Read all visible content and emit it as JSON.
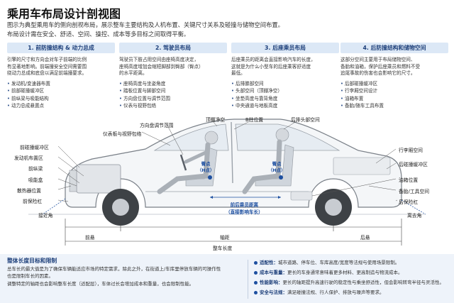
{
  "title": "乘用车布局设计剖视图",
  "intro_lines": [
    "图示为典型乘用车的侧向剖视布局，展示整车主要结构及人机布置、关键尺寸关系及碰撞与储物空间布置。",
    "布局设计需在安全、舒适、空间、操控、成本等多目标之间取得平衡。"
  ],
  "columns": [
    {
      "head": "1. 前防撞结构 & 动力总成",
      "desc": [
        "引擎的尺寸和方向会对车子前端的比例",
        "有显著地影响。前端撞安全空间需要围",
        "绕动力总成和底盘以满足前端撞要求。"
      ],
      "items": [
        "发动机/变速器布置",
        "前部碰撞缓冲区",
        "前纵梁与吸能结构",
        "动力总成悬置点"
      ]
    },
    {
      "head": "2. 驾驶员布局",
      "desc": [
        "驾驶员下肢占用空间由座椅高度决定，",
        "座椅高度增加会缩短脚部到臀部（臀点）",
        "的水平距离。"
      ],
      "items": [
        "座椅高度与坐姿角度",
        "踏板位置与脚部空间",
        "方向盘位置与调节范围",
        "仪表与视野包络"
      ]
    },
    {
      "head": "3. 后座乘员布局",
      "desc": [
        "后座乘员的距离会直接影响汽车的长度，",
        "这就是为什么小型车的后座乘客舒适度",
        "最低。"
      ],
      "items": [
        "后排膝部空间",
        "头部空间（顶棚净空）",
        "坐垫高度与靠背角度",
        "中央通道与地板高度"
      ]
    },
    {
      "head": "4. 后防撞结构和储物空间",
      "desc": [
        "这部分空间主要用于布局储物空间、",
        "备胎和油箱，保护后座乘员和燃料不受",
        "追尾事故的伤害也会影响它的尺寸。"
      ],
      "items": [
        "后部碰撞缓冲区",
        "行李厢空间设计",
        "油箱布置",
        "备胎/随车工具布置"
      ]
    }
  ],
  "labels": {
    "top_clearance": "顶棚净空",
    "b_pillar": "B柱位置",
    "rear_head": "后排头部空间",
    "steering_adjust": "方向盘调节范围",
    "dash_view": "仪表板与视野包络",
    "front_crush": "前碰撞缓冲区",
    "engine_bay": "发动机布置区",
    "front_rail": "前纵梁",
    "intake": "吸能盒",
    "radiator": "散热器位置",
    "front_bumper": "前保险杠",
    "approach": "接近角",
    "h_point_front": "臀点\n（H点）",
    "h_point_rear": "臀点\n（H点）",
    "rear_distance_line1": "前后乘员距离",
    "rear_distance_line2": "（直接影响车长）",
    "trunk": "行李厢空间",
    "rear_crush": "后碰撞缓冲区",
    "fuel_tank": "油箱位置",
    "spare_tire": "备胎/工具空间",
    "rear_bumper": "后保险杠",
    "departure": "离去角",
    "front_overhang": "前悬",
    "wheelbase": "轴距",
    "rear_overhang": "后悬",
    "overall_length": "整车长度"
  },
  "bottom_left": {
    "heading": "整体长度目标和限制",
    "lines": [
      "总车长的最大值是为了确保车辆能适应市场的特定需求，除此之外，在街道上/车库里停放车辆的可操作性",
      "也是限制车长的因素。",
      "调整特定的轴距也会影响整车长度（适配层），车体过长会增加成本和重量，也会限制性能。"
    ]
  },
  "bottom_right": [
    {
      "key": "适配性：",
      "text": "城市道路、停车位、车库高度/宽度等法规与使用场景限制。"
    },
    {
      "key": "成本与重量：",
      "text": "更长的车身通常意味着更多材料、更高制造与物流成本。"
    },
    {
      "key": "性能影响：",
      "text": "更长的轴距提升高速行驶的稳定性与乘坐舒适性，但会影响转弯半径与灵活性。"
    },
    {
      "key": "安全与法规：",
      "text": "满足碰撞法规、行人保护、排放与噪声等要求。"
    }
  ],
  "colors": {
    "accent": "#1d4fa0",
    "head_bg": "#dce8f6",
    "bottom_bg": "#eef3fa",
    "car_line": "#8a8f96"
  }
}
